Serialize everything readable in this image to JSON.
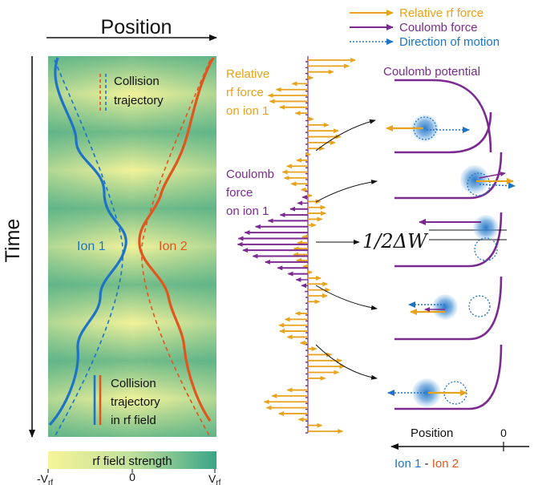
{
  "colors": {
    "rf_force": "#e9a21b",
    "coulomb": "#7b2a8f",
    "motion": "#1f73c6",
    "ion1": "#1f73c6",
    "ion2": "#e0561e",
    "field_low": "#f6f49a",
    "field_high": "#3aa587"
  },
  "axes": {
    "position_top": "Position",
    "time": "Time"
  },
  "legend": {
    "rf_force": "Relative rf force",
    "coulomb_force": "Coulomb force",
    "motion": "Direction of motion"
  },
  "left_panel": {
    "collision_line1": "Collision",
    "collision_line2": "trajectory",
    "ion1": "Ion 1",
    "ion2": "Ion 2",
    "rf_line1": "Collision",
    "rf_line2": "trajectory",
    "rf_line3": "in rf field"
  },
  "colorbar": {
    "title": "rf field strength",
    "min": "-V",
    "min_sub": "rf",
    "mid": "0",
    "max": "V",
    "max_sub": "rf"
  },
  "middle": {
    "rf_label1": "Relative",
    "rf_label2": "rf force",
    "rf_label3": "on ion 1",
    "coulomb_label1": "Coulomb",
    "coulomb_label2": "force",
    "coulomb_label3": "on ion 1"
  },
  "right": {
    "coulomb_potential": "Coulomb potential",
    "half_dw": "1/2ΔW",
    "position": "Position",
    "zero": "0",
    "ion1": "Ion 1",
    "dash": " - ",
    "ion2": "Ion 2"
  }
}
